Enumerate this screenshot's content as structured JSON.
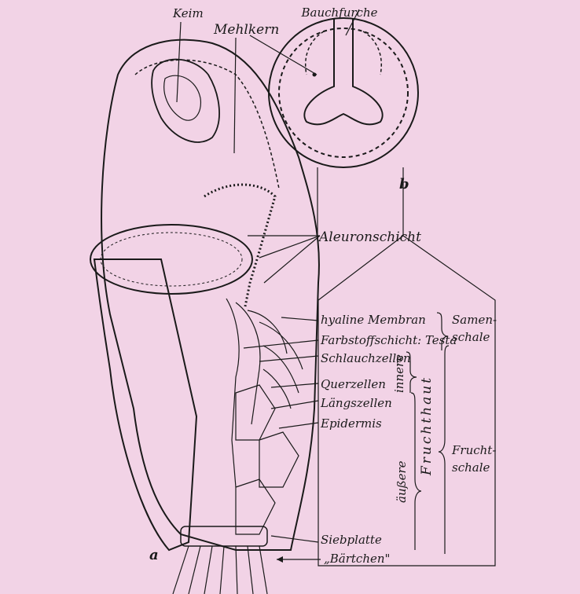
{
  "diagram": {
    "panel_labels": {
      "a": "a",
      "b": "b"
    },
    "cross_section": {
      "top_label": "Bauchfurche",
      "endosperm_marker": "•"
    },
    "labels": {
      "keim": "Keim",
      "mehlkern": "Mehlkern",
      "aleuron": "Aleuronschicht",
      "hyaline": "hyaline Membran",
      "farbstoff": "Farbstoffschicht: Testa",
      "schlauch": "Schlauchzellen",
      "quer": "Querzellen",
      "laengs": "Längszellen",
      "epidermis": "Epidermis",
      "siebplatte": "Siebplatte",
      "baertchen": "„Bärtchen\""
    },
    "groups": {
      "samenschale": [
        "Samen-",
        "schale"
      ],
      "fruchtschale": [
        "Frucht-",
        "schale"
      ],
      "innere": "innere",
      "aeussere": "äußere",
      "fruchthaut": "Fruchthaut"
    }
  }
}
